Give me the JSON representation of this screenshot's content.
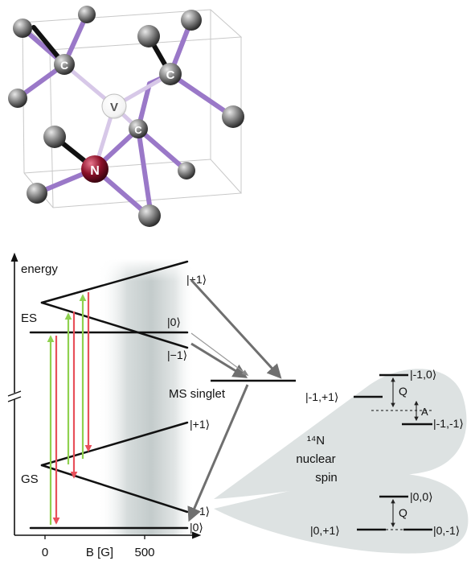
{
  "crystal": {
    "atoms": {
      "carbon": "C",
      "vacancy": "V",
      "nitrogen": "N"
    },
    "colors": {
      "bond": "#9a78c8",
      "carbon": "#8a8a8a",
      "nitrogen": "#8b1028",
      "vacancy": "#ffffff"
    }
  },
  "diagram": {
    "y_axis_label": "energy",
    "x_axis_label": "B [G]",
    "x_ticks": [
      "0",
      "500"
    ],
    "excited_state": {
      "label": "ES",
      "levels": [
        "|+1⟩",
        "|0⟩",
        "|−1⟩"
      ]
    },
    "singlet_label": "MS singlet",
    "ground_state": {
      "label": "GS",
      "levels": [
        "|+1⟩",
        "|−1⟩",
        "|0⟩"
      ]
    },
    "nuclear_spin": {
      "title_line1": "¹⁴N",
      "title_line2": "nuclear",
      "title_line3": "spin",
      "upper_levels": [
        "|-1,0⟩",
        "|-1,+1⟩",
        "|-1,-1⟩"
      ],
      "lower_levels": [
        "|0,0⟩",
        "|0,+1⟩",
        "|0,-1⟩"
      ],
      "splitting_q": "Q",
      "splitting_a": "A",
      "splitting_q_lower": "Q"
    },
    "colors": {
      "green": "#8fd14f",
      "red": "#e8505b",
      "arrow": "#777777",
      "bubble": "#dde2e2"
    }
  }
}
